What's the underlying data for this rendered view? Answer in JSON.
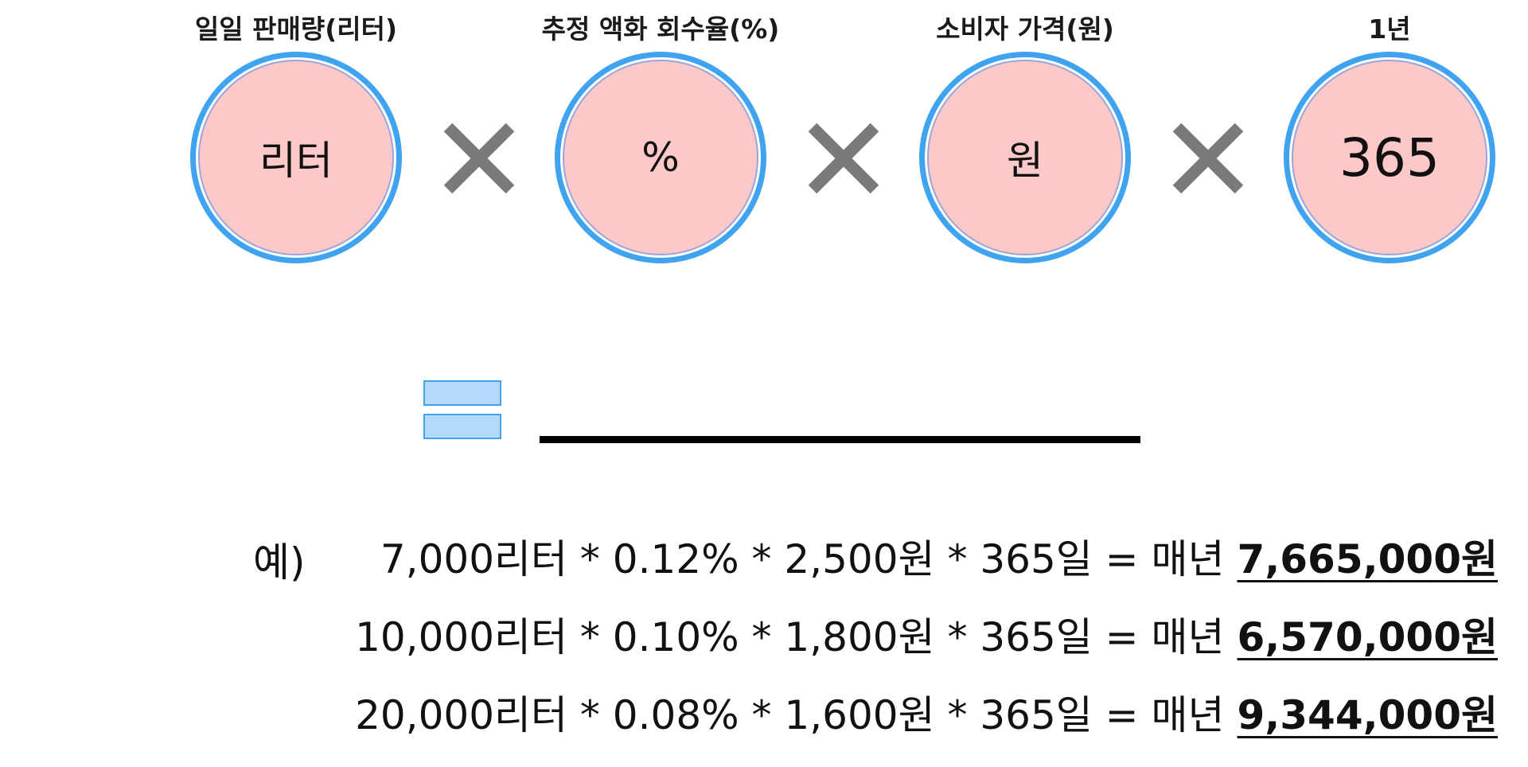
{
  "factors": [
    {
      "label": "일일 판매량(리터)",
      "value": "리터"
    },
    {
      "label": "추정 액화 회수율(%)",
      "value": "%"
    },
    {
      "label": "소비자 가격(원)",
      "value": "원"
    },
    {
      "label": "1년",
      "value": "365"
    }
  ],
  "operator_icon": "multiply-icon",
  "equals_icon": "equals-icon",
  "colors": {
    "circle_fill": "#fdc8c8",
    "circle_border": "#3fa3ef",
    "operator": "#7a7a7a",
    "equals_fill": "#b5d9fb"
  },
  "example_prefix": "예)",
  "examples": [
    {
      "expression": "7,000리터 * 0.12% * 2,500원 * 365일 = 매년",
      "total": "7,665,000원"
    },
    {
      "expression": "10,000리터 * 0.10% * 1,800원 * 365일 = 매년",
      "total": "6,570,000원"
    },
    {
      "expression": "20,000리터 * 0.08% * 1,600원 * 365일 = 매년",
      "total": "9,344,000원"
    }
  ]
}
